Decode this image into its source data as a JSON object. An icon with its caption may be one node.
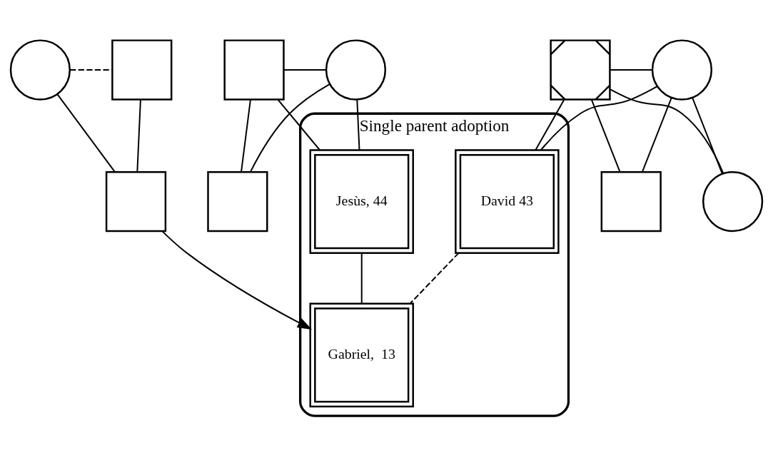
{
  "diagram": {
    "nodes": [
      {
        "text": [],
        "shape": "box"
      },
      {
        "text": [],
        "shape": "circle"
      },
      {
        "text": [],
        "shape": "box"
      },
      {
        "text": [],
        "shape": "circle"
      },
      {
        "text": [],
        "shape": "box"
      },
      {
        "text": [],
        "shape": "circle"
      },
      {
        "text": [],
        "shape": "box"
      },
      {
        "text": [
          "Single parent adoption"
        ]
      },
      {
        "text": [
          "Jesùs, 44"
        ],
        "in": 7
      },
      {
        "text": [
          "David 43"
        ],
        "in": 7
      },
      {
        "text": [],
        "shape": "circle"
      },
      {
        "text": [],
        "shape": "box"
      },
      {
        "text": [],
        "shape": "box"
      },
      {
        "text": [
          "Gabriel,  13"
        ],
        "in": 7
      }
    ],
    "edges": [
      {
        "from": 0,
        "to": 1,
        "arrow": "none"
      },
      {
        "from": 0,
        "to": 4,
        "arrow": "none"
      },
      {
        "from": 1,
        "to": 4,
        "arrow": "none"
      },
      {
        "from": 0,
        "to": 8,
        "arrow": "none"
      },
      {
        "from": 1,
        "to": 8,
        "arrow": "none"
      },
      {
        "from": 2,
        "to": 3,
        "arrow": "none"
      },
      {
        "from": 2,
        "to": 5,
        "arrow": "none"
      },
      {
        "from": 3,
        "to": 5,
        "arrow": "none"
      },
      {
        "from": 2,
        "to": 9,
        "arrow": "none"
      },
      {
        "from": 3,
        "to": 9,
        "arrow": "none"
      },
      {
        "from": 2,
        "to": 6,
        "arrow": "none"
      },
      {
        "from": 3,
        "to": 6,
        "arrow": "none"
      },
      {
        "from": 10,
        "to": 11,
        "arrow": "none",
        "style": "dashed"
      },
      {
        "from": 10,
        "to": 12,
        "arrow": "none"
      },
      {
        "from": 11,
        "to": 12,
        "arrow": "none"
      },
      {
        "from": 8,
        "to": 13,
        "arrow": "none"
      },
      {
        "from": 9,
        "to": 13,
        "arrow": "none",
        "style": "dashed"
      },
      {
        "from": 12,
        "to": 13,
        "arrow": "to"
      }
    ]
  }
}
